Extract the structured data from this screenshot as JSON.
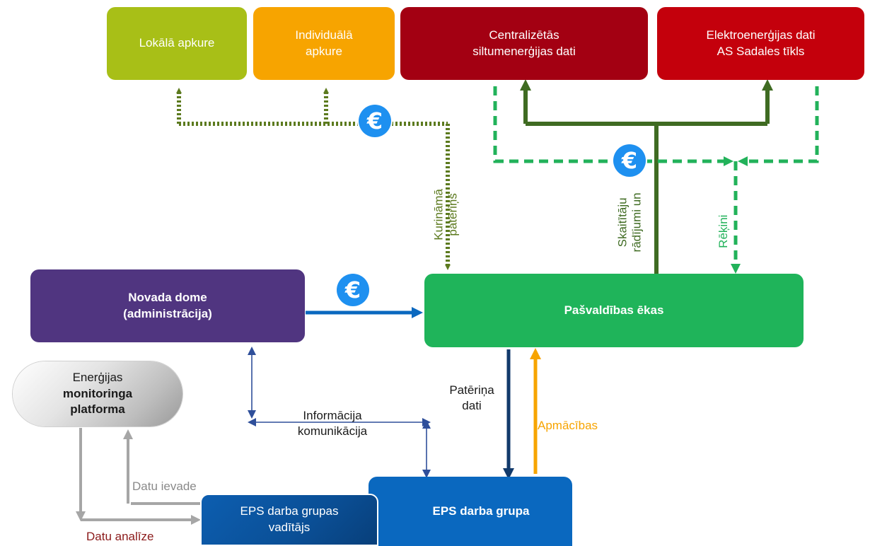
{
  "boxes": {
    "local_heating": {
      "label": "Lokālā apkure",
      "color": "#a8bf17"
    },
    "individual_heating": {
      "line1": "Individuālā",
      "line2": "apkure",
      "color": "#f7a400"
    },
    "central_heating": {
      "line1": "Centralizētās",
      "line2": "siltumenerģijas dati",
      "color": "#a30012"
    },
    "electricity": {
      "line1": "Elektroenerģijas dati",
      "line2": "AS Sadales tīkls",
      "color": "#c4000c"
    },
    "municipal_buildings": {
      "label": "Pašvaldības ēkas",
      "color": "#1fb45a"
    },
    "county_council": {
      "line1": "Novada dome",
      "line2": "(administrācija)",
      "color": "#503580"
    },
    "monitoring_platform": {
      "line1": "Enerģijas",
      "line2": "monitoringa",
      "line3": "platforma"
    },
    "eps_group": {
      "label": "EPS darba grupa",
      "color": "#0a68bf"
    },
    "eps_leader": {
      "line1": "EPS darba grupas",
      "line2": "vadītājs",
      "color": "#0a4f96"
    }
  },
  "labels": {
    "fuel_consumption": {
      "line1": "Kurināmā",
      "line2": "patēriņš"
    },
    "meter_readings": {
      "line1": "Skaitītāju",
      "line2": "rādījumi un"
    },
    "invoices": "Rēķini",
    "consumption_data": {
      "line1": "Patēriņa",
      "line2": "dati"
    },
    "trainings": "Apmācības",
    "information": {
      "line1": "Informācija",
      "line2": "komunikācija"
    },
    "data_input": "Datu ievade",
    "data_analysis": "Datu analīze"
  },
  "euro_symbol": "€",
  "colors": {
    "olive_dotted": "#5c7a1e",
    "dark_green": "#3f6b22",
    "bright_green_dashed": "#22b25a",
    "navy": "#123a6b",
    "orange": "#f7a400",
    "blue_arrow": "#0a68bf",
    "thin_blue": "#2f4f9a",
    "gray": "#a6a6a6",
    "dark_red_text": "#8b1a1a"
  }
}
